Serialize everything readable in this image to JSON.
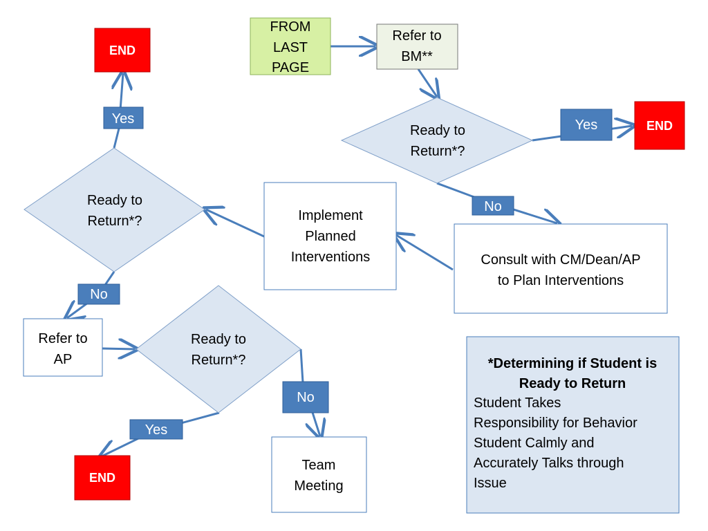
{
  "nodes": {
    "from_last_page": [
      "FROM",
      "LAST",
      "PAGE"
    ],
    "refer_bm": [
      "Refer to",
      "BM**"
    ],
    "ready_top": [
      "Ready to",
      "Return*?"
    ],
    "end_right": "END",
    "consult": [
      "Consult with CM/Dean/AP",
      "to Plan Interventions"
    ],
    "implement": [
      "Implement",
      "Planned",
      "Interventions"
    ],
    "ready_left": [
      "Ready to",
      "Return*?"
    ],
    "end_top_left": "END",
    "refer_ap": [
      "Refer to",
      "AP"
    ],
    "ready_bottom": [
      "Ready to",
      "Return*?"
    ],
    "team_meeting": [
      "Team",
      "Meeting"
    ],
    "end_bottom_left": "END"
  },
  "labels": {
    "yes_right": "Yes",
    "no_top": "No",
    "yes_left": "Yes",
    "no_left": "No",
    "no_bottom": "No",
    "yes_bottom": "Yes"
  },
  "info_box": {
    "title": [
      "*Determining if Student is",
      "Ready to Return"
    ],
    "lines": [
      "Student Takes",
      "Responsibility for Behavior",
      "Student Calmly and",
      "Accurately Talks through",
      "Issue"
    ]
  },
  "colors": {
    "diamond_fill": "#dce6f2",
    "label_fill": "#4a7ebb",
    "end_fill": "#ff0000",
    "start_fill": "#d7f0a4",
    "process_fill": "#ffffff",
    "info_fill": "#dce6f2",
    "connector": "#4a7ebb"
  }
}
